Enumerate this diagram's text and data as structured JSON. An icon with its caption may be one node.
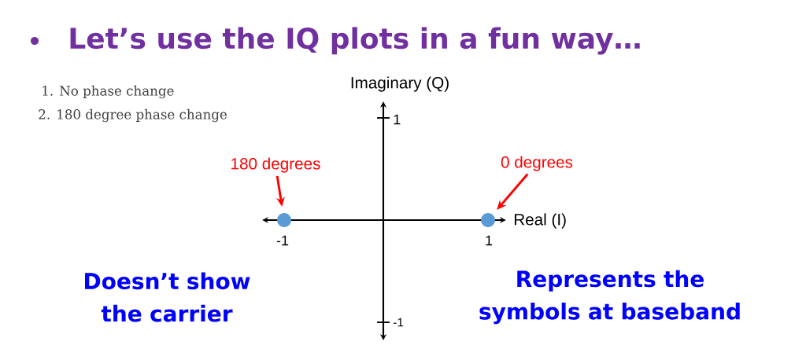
{
  "diagram": {
    "title": "Let’s use the IQ plots in a fun way…",
    "nodes": [
      {
        "text": [
          "180 degrees"
        ]
      },
      {
        "text": [],
        "shape": "circle"
      },
      {
        "text": [
          "0 degrees"
        ]
      },
      {
        "text": [],
        "shape": "circle"
      }
    ],
    "edges": [
      {
        "from": 0,
        "to": 1,
        "arrow": "to"
      },
      {
        "from": 2,
        "to": 3,
        "arrow": "to"
      }
    ],
    "labels": [
      "1. No phase change",
      "2. 180 degree phase change",
      "Imaginary (Q)",
      "1",
      "Real (I)",
      "-1",
      "1",
      "Doesn’t show the carrier",
      "-1",
      "Represents the symbols at baseband"
    ]
  }
}
